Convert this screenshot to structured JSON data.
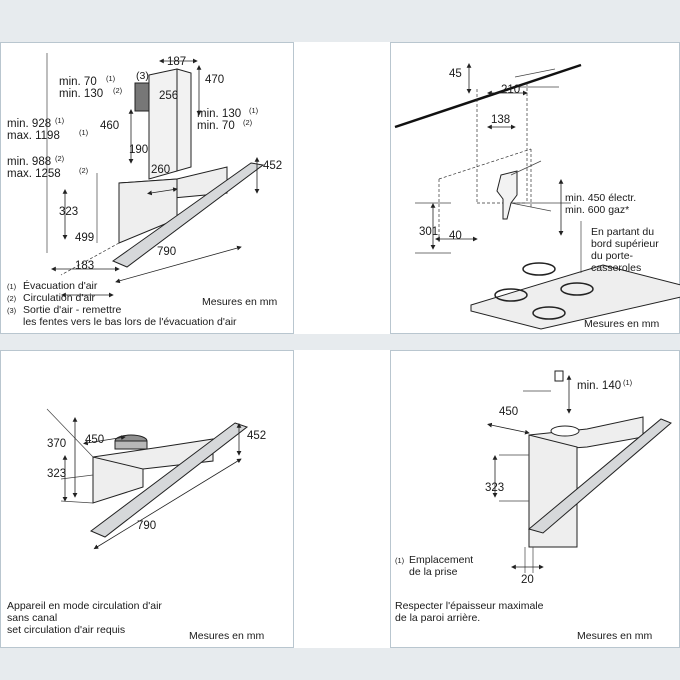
{
  "units_label": "Mesures en mm",
  "panel1": {
    "dims": {
      "d187": "187",
      "d470": "470",
      "d256": "256",
      "d460": "460",
      "d190": "190",
      "d260": "260",
      "d452": "452",
      "d323": "323",
      "d499": "499",
      "d790": "790",
      "d183": "183",
      "min70_a": "min. 70",
      "min130_a": "min. 130",
      "min130_b": "min. 130",
      "min70_b": "min. 70",
      "min928": "min. 928",
      "max1198": "max. 1198",
      "min988": "min. 988",
      "max1258": "max. 1258",
      "fig3": "(3)"
    },
    "sup": {
      "s1": "(1)",
      "s2": "(2)"
    },
    "notes": [
      {
        "mark": "(1)",
        "text": "Évacuation d'air"
      },
      {
        "mark": "(2)",
        "text": "Circulation d'air"
      },
      {
        "mark": "(3)",
        "text": "Sortie d'air - remettre"
      }
    ],
    "note3_cont": "les fentes vers le bas lors de l'évacuation d'air",
    "units": "Mesures en mm"
  },
  "panel2": {
    "dims": {
      "d45": "45",
      "d210": "210",
      "d138": "138",
      "d301": "301",
      "d40": "40"
    },
    "min450": "min. 450 électr.",
    "min600": "min. 600 gaz*",
    "caption": [
      "En partant du",
      "bord supérieur",
      "du porte-",
      "casseroles"
    ],
    "units": "Mesures en mm"
  },
  "panel3": {
    "dims": {
      "d370": "370",
      "d450": "450",
      "d452": "452",
      "d323": "323",
      "d790": "790"
    },
    "caption": [
      "Appareil en mode circulation d'air",
      "sans canal",
      "set circulation d'air requis"
    ],
    "units": "Mesures en mm"
  },
  "panel4": {
    "dims": {
      "min140": "min. 140",
      "d450": "450",
      "d323": "323",
      "d20": "20"
    },
    "sup": "(1)",
    "note_mark": "(1)",
    "note": [
      "Emplacement",
      "de la prise"
    ],
    "caption": [
      "Respecter l'épaisseur maximale",
      "de la paroi arrière."
    ],
    "units": "Mesures en mm"
  }
}
